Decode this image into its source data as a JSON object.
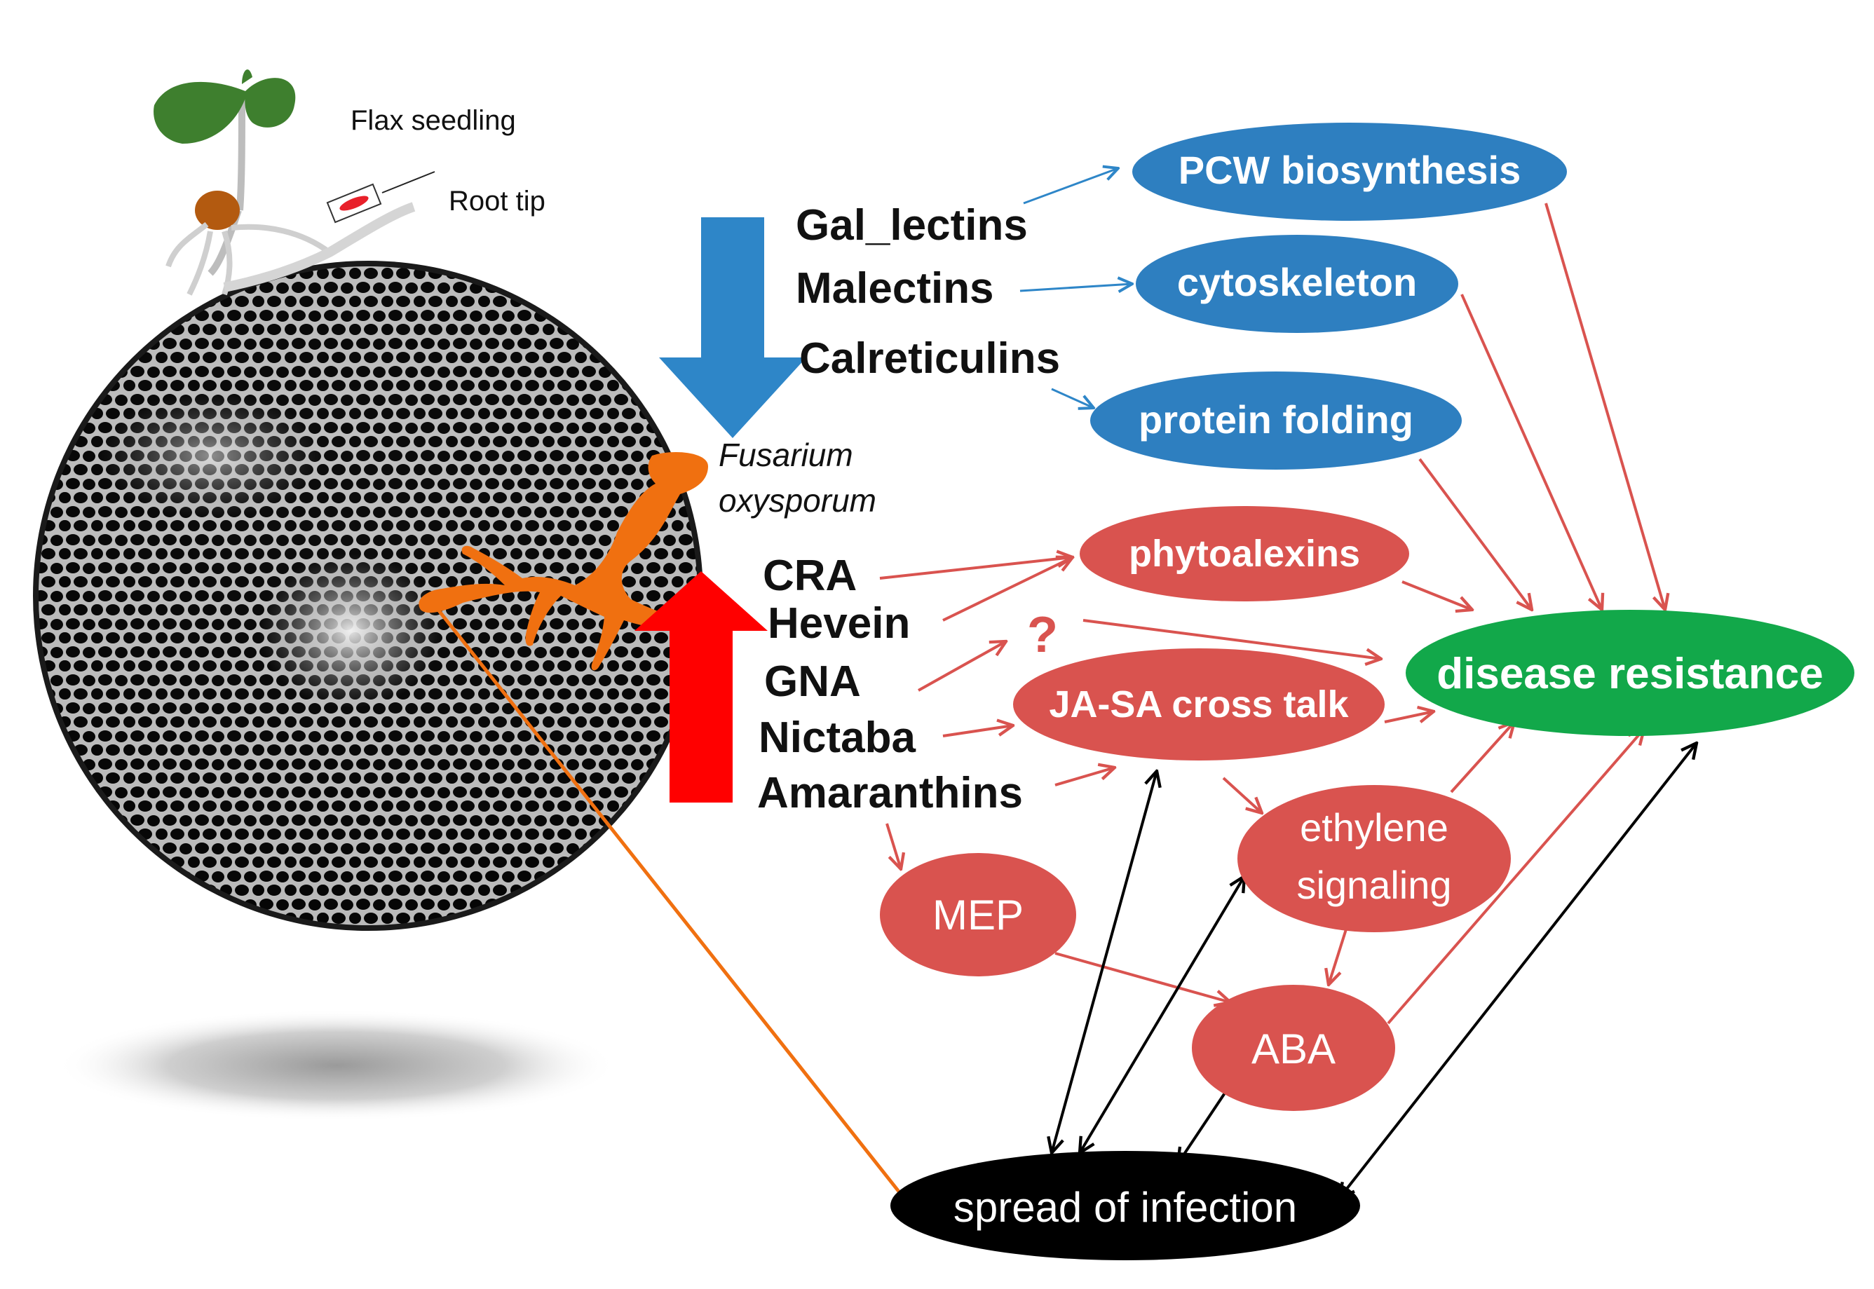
{
  "colors": {
    "blue_node": "#2E7FC0",
    "red_node": "#D9534F",
    "green_node": "#12A84A",
    "black_node": "#000000",
    "blue_arrow": "#2E86C8",
    "red_arrow": "#FF0000",
    "edge_red": "#D9534F",
    "edge_blue": "#2E86C8",
    "edge_orange": "#F07010",
    "fungus": "#F07010"
  },
  "illustration": {
    "seedling_label": "Flax seedling",
    "root_tip_label": "Root tip",
    "pathogen_label_line1": "Fusarium",
    "pathogen_label_line2": "oxysporum"
  },
  "lectins": {
    "down_group": [
      "Gal_lectins",
      "Malectins",
      "Calreticulins"
    ],
    "up_group": [
      "CRA",
      "Hevein",
      "GNA",
      "Nictaba",
      "Amaranthins"
    ],
    "unknown_marker": "?"
  },
  "nodes": {
    "pcw": "PCW biosynthesis",
    "cytoskeleton": "cytoskeleton",
    "protein_folding": "protein folding",
    "phytoalexins": "phytoalexins",
    "jasa": "JA-SA cross talk",
    "ethylene_line1": "ethylene",
    "ethylene_line2": "signaling",
    "mep": "MEP",
    "aba": "ABA",
    "disease_resistance": "disease resistance",
    "spread": "spread of infection"
  }
}
